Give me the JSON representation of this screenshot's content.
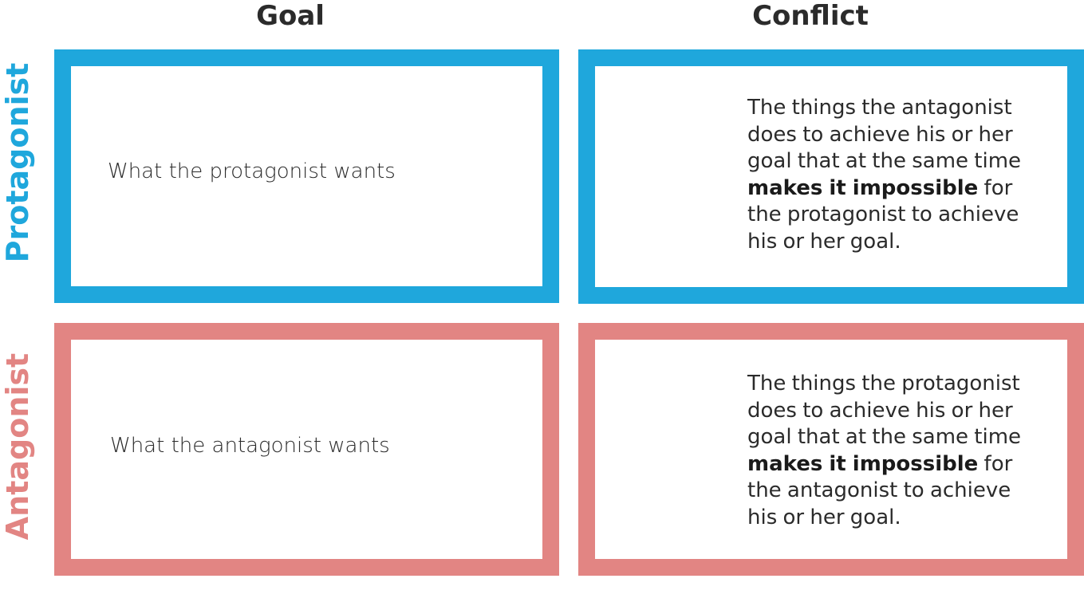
{
  "columns": {
    "goal": "Goal",
    "conflict": "Conflict"
  },
  "rows": {
    "protagonist": "Protagonist",
    "antagonist": "Antagonist"
  },
  "colors": {
    "protagonist": "#1fa7dc",
    "antagonist": "#e28583"
  },
  "cells": {
    "protagonist_goal": "What the protagonist wants",
    "antagonist_goal": "What the antagonist wants",
    "protagonist_conflict": {
      "before": "The things the antagonist does to achieve his or her goal that at the same time",
      "bold": "makes it impossible",
      "after": "for the protagonist to achieve his or her goal."
    },
    "antagonist_conflict": {
      "before": "The things the protagonist does to achieve his or her goal that at the same time",
      "bold": "makes it impossible",
      "after": "for the antagonist to achieve his or her goal."
    }
  }
}
